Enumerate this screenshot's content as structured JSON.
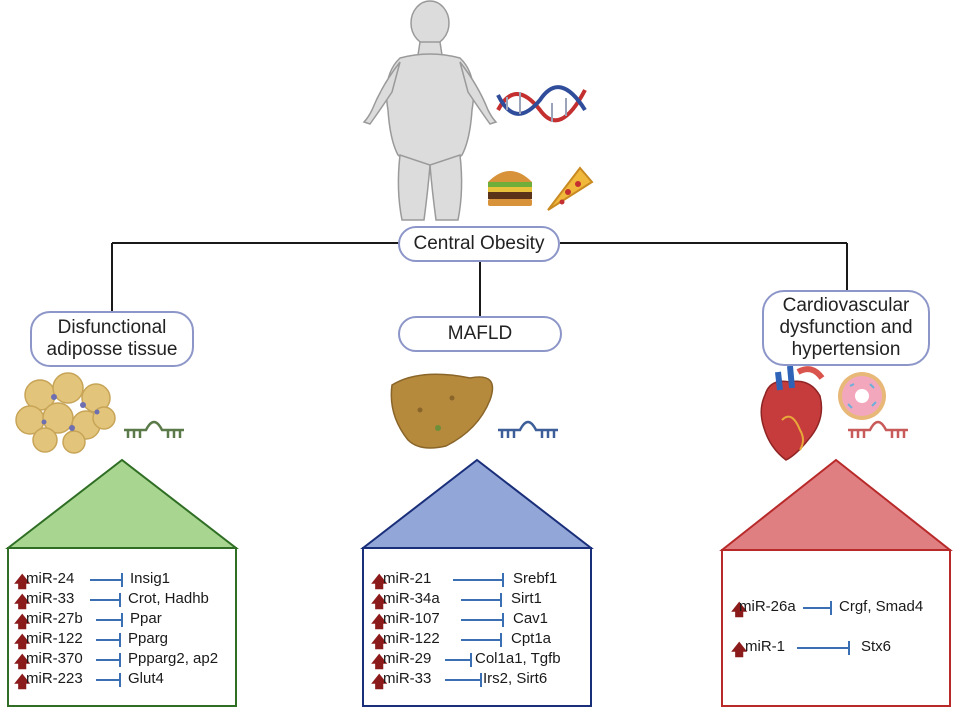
{
  "center_label": "Central Obesity",
  "branches": {
    "adipose": {
      "title": "Disfunctional\nadiposse tissue",
      "color": "#2f6e24",
      "roof_color": "#a8d691",
      "rows": [
        {
          "mir": "miR-24",
          "target": "Insig1"
        },
        {
          "mir": "miR-33",
          "target": "Crot, Hadhb"
        },
        {
          "mir": "miR-27b",
          "target": "Ppar"
        },
        {
          "mir": "miR-122",
          "target": "Pparg"
        },
        {
          "mir": "miR-370",
          "target": "Ppparg2, ap2"
        },
        {
          "mir": "miR-223",
          "target": "Glut4"
        }
      ]
    },
    "mafld": {
      "title": "MAFLD",
      "color": "#1a2f7a",
      "roof_color": "#93a6d8",
      "rows": [
        {
          "mir": "miR-21",
          "target": "Srebf1"
        },
        {
          "mir": "miR-34a",
          "target": "Sirt1"
        },
        {
          "mir": "miR-107",
          "target": "Cav1"
        },
        {
          "mir": "miR-122",
          "target": "Cpt1a"
        },
        {
          "mir": "miR-29",
          "target": "Col1a1, Tgfb"
        },
        {
          "mir": "miR-33",
          "target": "Irs2, Sirt6"
        }
      ]
    },
    "cardio": {
      "title": "Cardiovascular\ndysfunction and\nhypertension",
      "color": "#b82a2a",
      "roof_color": "#e07f82",
      "rows": [
        {
          "mir": "miR-26a",
          "target": "Crgf, Smad4"
        },
        {
          "mir": "miR-1",
          "target": "Stx6"
        }
      ]
    }
  },
  "colors": {
    "up_arrow": "#8b1a1a",
    "inhibition": "#3b6fb3",
    "pill_border": "#8d96c8",
    "connector": "#1a1a1a"
  },
  "icons": [
    "human-figure-icon",
    "dna-icon",
    "burger-icon",
    "pizza-icon",
    "adipose-cells-icon",
    "liver-icon",
    "heart-icon",
    "donut-icon",
    "mirna-icon"
  ]
}
